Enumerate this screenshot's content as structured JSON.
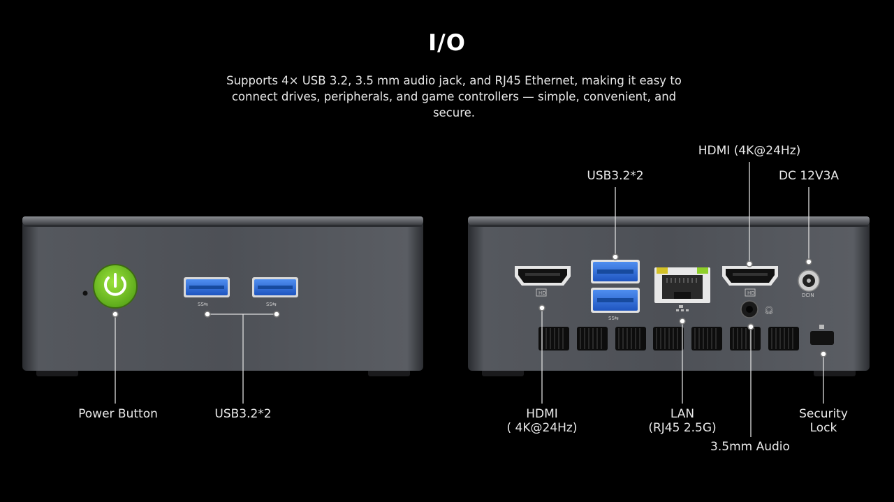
{
  "header": {
    "title": "I/O",
    "subtitle": "Supports 4× USB 3.2, 3.5 mm audio jack, and RJ45 Ethernet, making it easy to connect drives, peripherals, and game controllers — simple, convenient, and secure."
  },
  "front": {
    "labels": {
      "power_button": "Power Button",
      "usb": "USB3.2*2"
    },
    "colors": {
      "power_button": "#7fcf2a",
      "usb_port": "#2f6fd8"
    }
  },
  "rear": {
    "labels": {
      "hdmi_top": "HDMI (4K@24Hz)",
      "usb_top": "USB3.2*2",
      "dc": "DC 12V3A",
      "hdmi_bottom_line1": "HDMI",
      "hdmi_bottom_line2": "( 4K@24Hz)",
      "lan_line1": "LAN",
      "lan_line2": "(RJ45 2.5G)",
      "audio": "3.5mm Audio",
      "lock_line1": "Security",
      "lock_line2": "Lock"
    },
    "port_marks": {
      "hdmi": "HD",
      "usb": "SS",
      "dc": "DCIN"
    }
  }
}
